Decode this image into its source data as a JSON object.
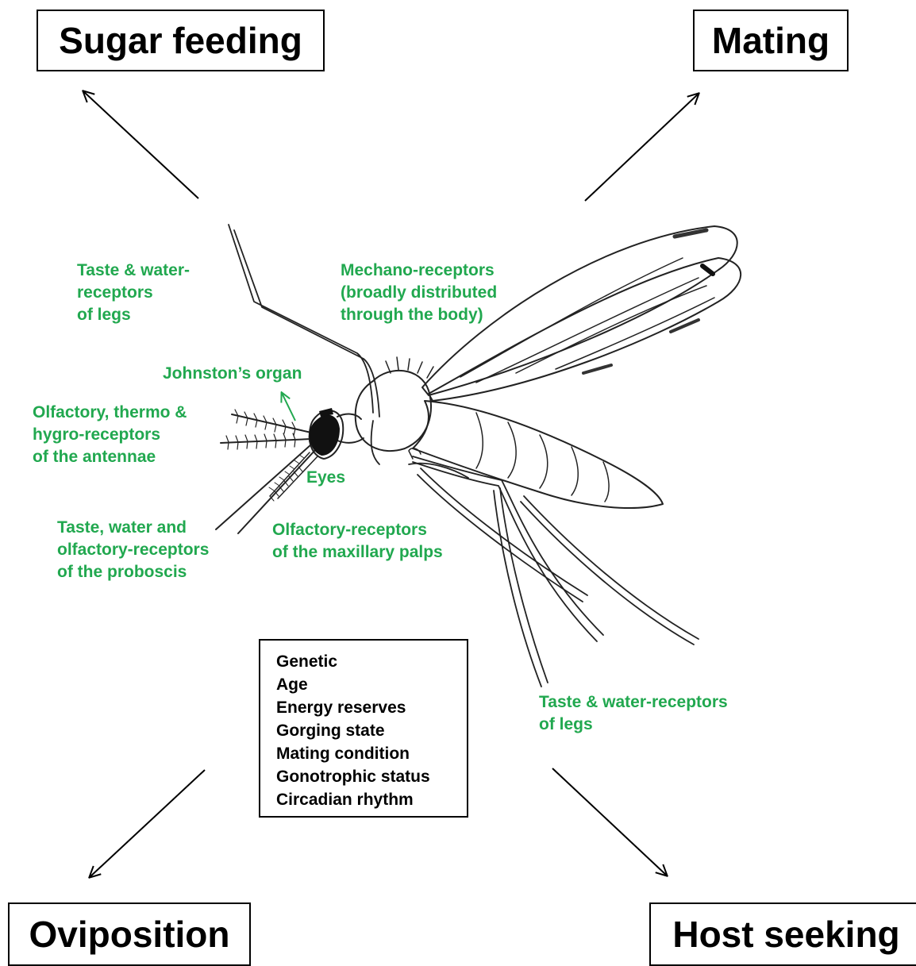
{
  "behaviors": {
    "sugar_feeding": "Sugar feeding",
    "mating": "Mating",
    "oviposition": "Oviposition",
    "host_seeking": "Host seeking"
  },
  "receptor_labels": {
    "legs_top": [
      "Taste & water-",
      "receptors",
      "of legs"
    ],
    "mechano": [
      "Mechano-receptors",
      "(broadly distributed",
      "through the body)"
    ],
    "johnston": "Johnston’s organ",
    "antennae": [
      "Olfactory, thermo &",
      "hygro-receptors",
      "of the antennae"
    ],
    "eyes": "Eyes",
    "proboscis": [
      "Taste, water and",
      "olfactory-receptors",
      "of the proboscis"
    ],
    "palps": [
      "Olfactory-receptors",
      "of the maxillary palps"
    ],
    "legs_bottom": [
      "Taste & water-receptors",
      "of legs"
    ]
  },
  "factors": [
    "Genetic",
    "Age",
    "Energy reserves",
    "Gorging state",
    "Mating condition",
    "Gonotrophic status",
    "Circadian rhythm"
  ],
  "colors": {
    "label_green": "#21a84f",
    "line": "#000000"
  }
}
